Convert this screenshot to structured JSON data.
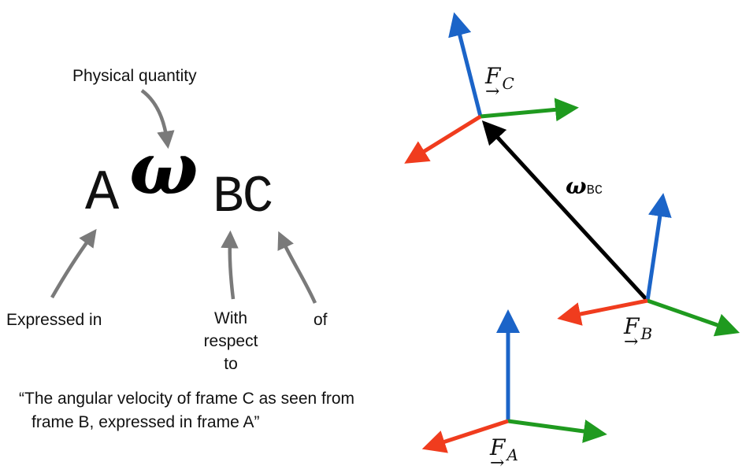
{
  "notation": {
    "prefix": "A",
    "symbol": "ω",
    "subscript": "BC"
  },
  "annotations": {
    "physical_quantity": "Physical quantity",
    "expressed_in": "Expressed in",
    "with_respect_to": [
      "With",
      "respect",
      "to"
    ],
    "of": "of"
  },
  "caption": {
    "line1": "“The angular velocity of frame C as seen from",
    "line2": "frame B, expressed in frame A”"
  },
  "frames": {
    "c": {
      "symbol": "F",
      "sub": "C"
    },
    "b": {
      "symbol": "F",
      "sub": "B"
    },
    "a": {
      "symbol": "F",
      "sub": "A"
    }
  },
  "vector_label": {
    "symbol": "ω",
    "sub": "BC"
  },
  "colors": {
    "x_axis": "#f03c1e",
    "y_axis": "#1f9a1f",
    "z_axis": "#1b64c8",
    "omega_vector": "#000000",
    "annotation_arrow": "#7a7a7a"
  }
}
